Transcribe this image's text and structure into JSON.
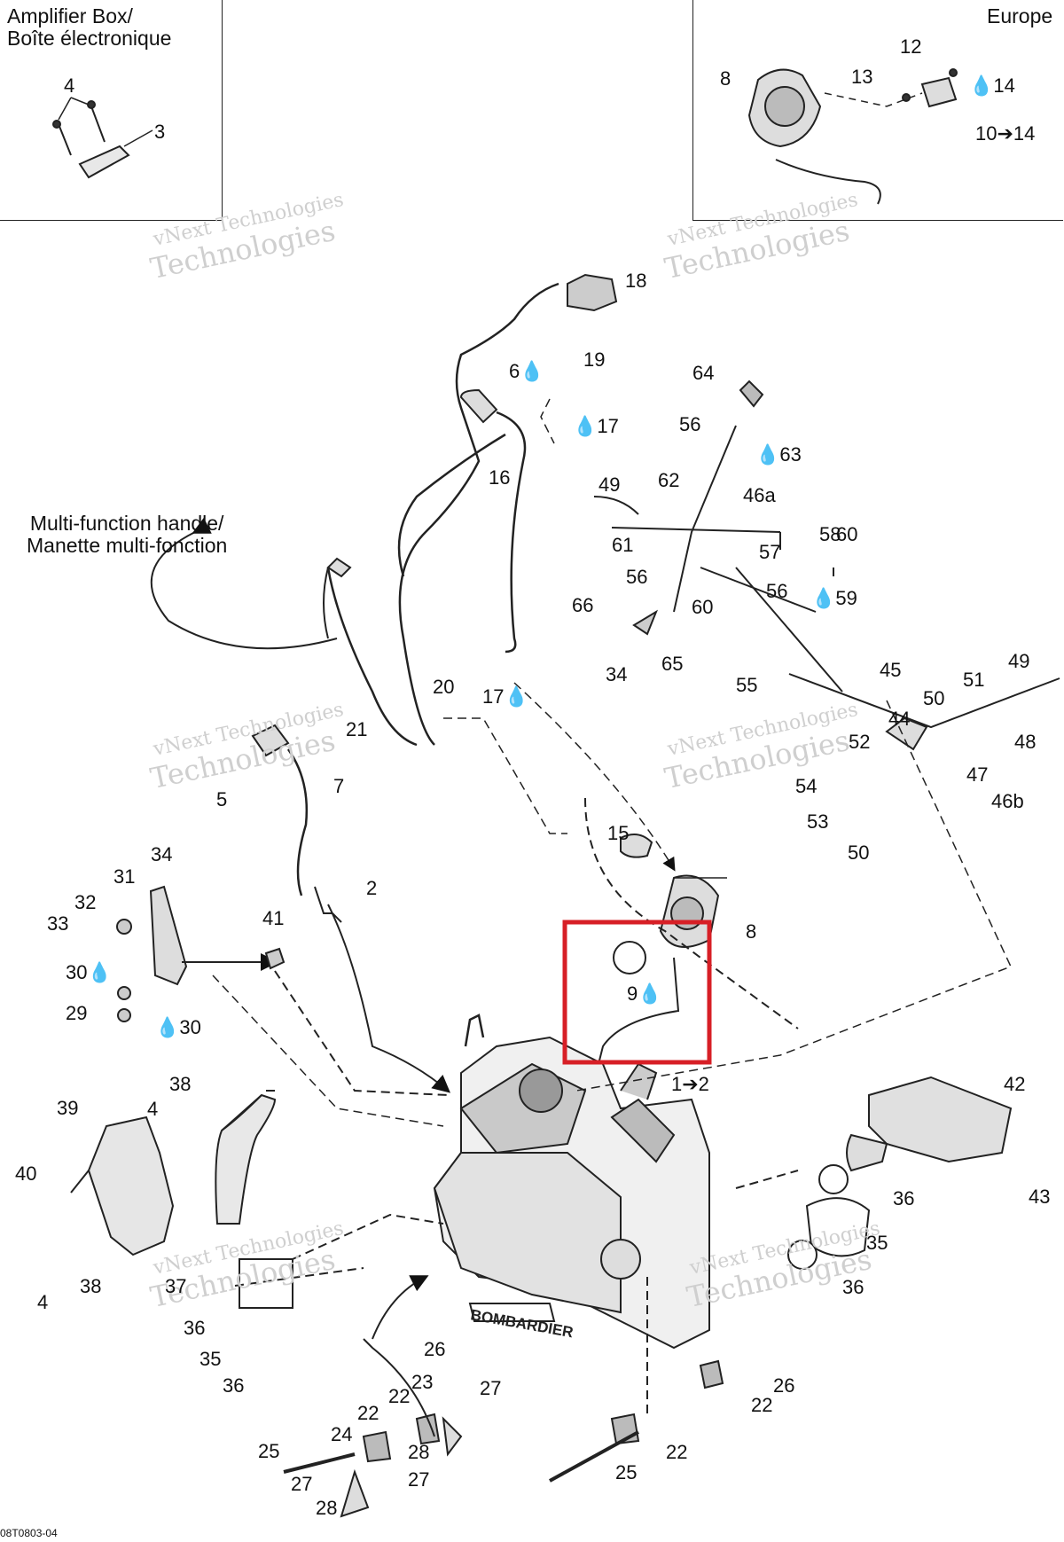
{
  "insets": {
    "amplifier_title": "Amplifier Box/\nBoîte électronique",
    "europe_title": "Europe"
  },
  "captions": {
    "multifunction": "Multi-function handle/\nManette multi-fonction"
  },
  "watermark": {
    "line1": "vNext Technologies",
    "line2": "Technologies"
  },
  "figure_id": "08T0803-04",
  "highlight_color": "#d71f26",
  "drop_icon": "oil-drop-icon",
  "callouts": [
    {
      "id": "c-4a",
      "text": "4"
    },
    {
      "id": "c-3",
      "text": "3"
    },
    {
      "id": "c-12",
      "text": "12"
    },
    {
      "id": "c-8a",
      "text": "8"
    },
    {
      "id": "c-13",
      "text": "13"
    },
    {
      "id": "c-14",
      "text": "14"
    },
    {
      "id": "c-10",
      "text": "10➔14"
    },
    {
      "id": "c-18",
      "text": "18"
    },
    {
      "id": "c-19",
      "text": "19"
    },
    {
      "id": "c-6",
      "text": "6"
    },
    {
      "id": "c-17a",
      "text": "17"
    },
    {
      "id": "c-16",
      "text": "16"
    },
    {
      "id": "c-64",
      "text": "64"
    },
    {
      "id": "c-56a",
      "text": "56"
    },
    {
      "id": "c-63",
      "text": "63"
    },
    {
      "id": "c-49a",
      "text": "49"
    },
    {
      "id": "c-62",
      "text": "62"
    },
    {
      "id": "c-46a",
      "text": "46a"
    },
    {
      "id": "c-61",
      "text": "61"
    },
    {
      "id": "c-57",
      "text": "57"
    },
    {
      "id": "c-58",
      "text": "58"
    },
    {
      "id": "c-60a",
      "text": "60"
    },
    {
      "id": "c-56b",
      "text": "56"
    },
    {
      "id": "c-56c",
      "text": "56"
    },
    {
      "id": "c-59",
      "text": "59"
    },
    {
      "id": "c-60b",
      "text": "60"
    },
    {
      "id": "c-66",
      "text": "66"
    },
    {
      "id": "c-34a",
      "text": "34"
    },
    {
      "id": "c-65",
      "text": "65"
    },
    {
      "id": "c-55",
      "text": "55"
    },
    {
      "id": "c-20",
      "text": "20"
    },
    {
      "id": "c-17b",
      "text": "17"
    },
    {
      "id": "c-45",
      "text": "45"
    },
    {
      "id": "c-49b",
      "text": "49"
    },
    {
      "id": "c-51",
      "text": "51"
    },
    {
      "id": "c-50a",
      "text": "50"
    },
    {
      "id": "c-44",
      "text": "44"
    },
    {
      "id": "c-48",
      "text": "48"
    },
    {
      "id": "c-52",
      "text": "52"
    },
    {
      "id": "c-47",
      "text": "47"
    },
    {
      "id": "c-54",
      "text": "54"
    },
    {
      "id": "c-46b",
      "text": "46b"
    },
    {
      "id": "c-53",
      "text": "53"
    },
    {
      "id": "c-50b",
      "text": "50"
    },
    {
      "id": "c-21",
      "text": "21"
    },
    {
      "id": "c-5",
      "text": "5"
    },
    {
      "id": "c-7",
      "text": "7"
    },
    {
      "id": "c-15",
      "text": "15"
    },
    {
      "id": "c-34b",
      "text": "34"
    },
    {
      "id": "c-31",
      "text": "31"
    },
    {
      "id": "c-32",
      "text": "32"
    },
    {
      "id": "c-33",
      "text": "33"
    },
    {
      "id": "c-2a",
      "text": "2"
    },
    {
      "id": "c-41",
      "text": "41"
    },
    {
      "id": "c-8b",
      "text": "8"
    },
    {
      "id": "c-9",
      "text": "9"
    },
    {
      "id": "c-30a",
      "text": "30"
    },
    {
      "id": "c-29",
      "text": "29"
    },
    {
      "id": "c-30b",
      "text": "30"
    },
    {
      "id": "c-1",
      "text": "1➔2"
    },
    {
      "id": "c-42",
      "text": "42"
    },
    {
      "id": "c-39",
      "text": "39"
    },
    {
      "id": "c-38a",
      "text": "38"
    },
    {
      "id": "c-4b",
      "text": "4"
    },
    {
      "id": "c-40",
      "text": "40"
    },
    {
      "id": "c-36a",
      "text": "36"
    },
    {
      "id": "c-43",
      "text": "43"
    },
    {
      "id": "c-35a",
      "text": "35"
    },
    {
      "id": "c-36b",
      "text": "36"
    },
    {
      "id": "c-4c",
      "text": "4"
    },
    {
      "id": "c-38b",
      "text": "38"
    },
    {
      "id": "c-37",
      "text": "37"
    },
    {
      "id": "c-36c",
      "text": "36"
    },
    {
      "id": "c-35b",
      "text": "35"
    },
    {
      "id": "c-36d",
      "text": "36"
    },
    {
      "id": "c-26a",
      "text": "26"
    },
    {
      "id": "c-23",
      "text": "23"
    },
    {
      "id": "c-27a",
      "text": "27"
    },
    {
      "id": "c-22a",
      "text": "22"
    },
    {
      "id": "c-22b",
      "text": "22"
    },
    {
      "id": "c-24",
      "text": "24"
    },
    {
      "id": "c-28a",
      "text": "28"
    },
    {
      "id": "c-25a",
      "text": "25"
    },
    {
      "id": "c-27b",
      "text": "27"
    },
    {
      "id": "c-27c",
      "text": "27"
    },
    {
      "id": "c-28b",
      "text": "28"
    },
    {
      "id": "c-26b",
      "text": "26"
    },
    {
      "id": "c-22c",
      "text": "22"
    },
    {
      "id": "c-22d",
      "text": "22"
    },
    {
      "id": "c-25b",
      "text": "25"
    }
  ]
}
